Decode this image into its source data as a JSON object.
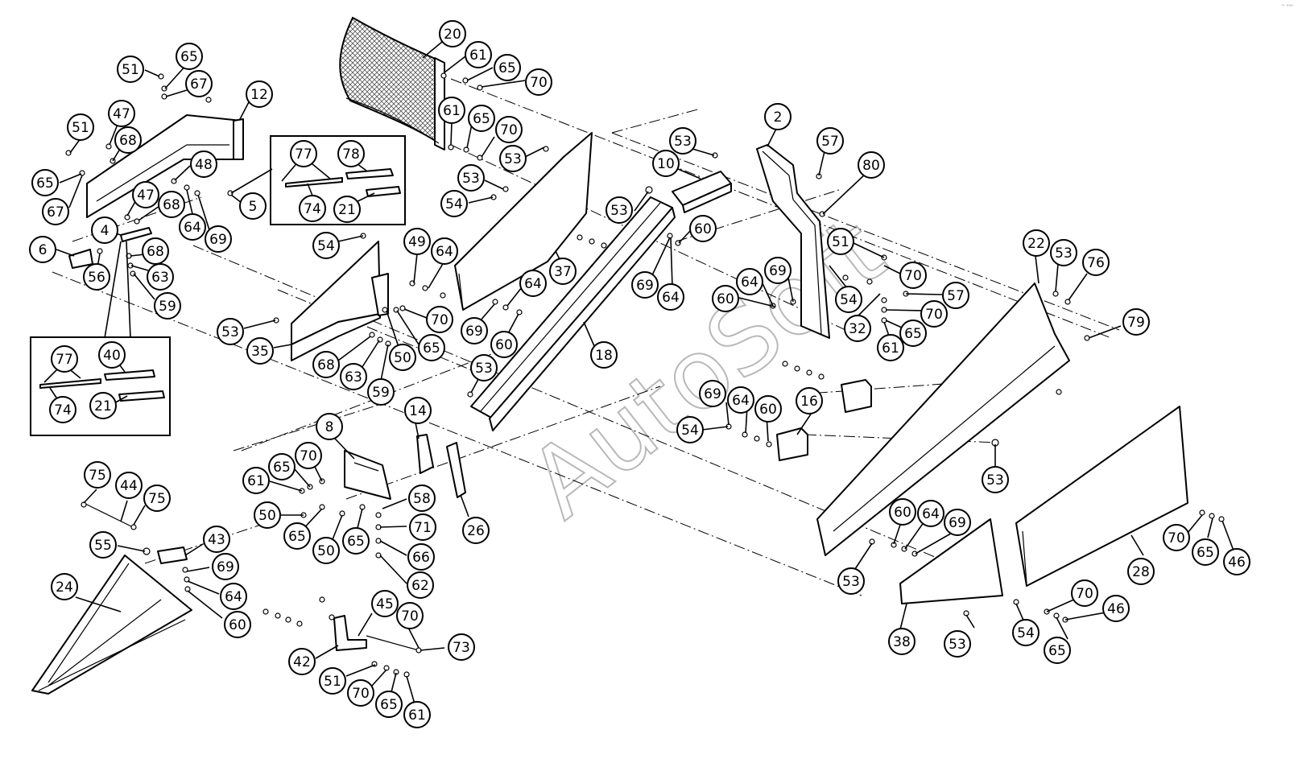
{
  "watermark": "AutoSoft",
  "corner_mark": "ᴳ ᵃᵃᵃ",
  "callouts": [
    {
      "id": "c20",
      "label": "20"
    },
    {
      "id": "c61a",
      "label": "61"
    },
    {
      "id": "c65a",
      "label": "65"
    },
    {
      "id": "c70a",
      "label": "70"
    },
    {
      "id": "c61b",
      "label": "61"
    },
    {
      "id": "c65b",
      "label": "65"
    },
    {
      "id": "c70b",
      "label": "70"
    },
    {
      "id": "c53a",
      "label": "53"
    },
    {
      "id": "c53b",
      "label": "53"
    },
    {
      "id": "c54a",
      "label": "54"
    },
    {
      "id": "c51a",
      "label": "51"
    },
    {
      "id": "c65c",
      "label": "65"
    },
    {
      "id": "c67a",
      "label": "67"
    },
    {
      "id": "c12",
      "label": "12"
    },
    {
      "id": "c51b",
      "label": "51"
    },
    {
      "id": "c47a",
      "label": "47"
    },
    {
      "id": "c68a",
      "label": "68"
    },
    {
      "id": "c65d",
      "label": "65"
    },
    {
      "id": "c67b",
      "label": "67"
    },
    {
      "id": "c48",
      "label": "48"
    },
    {
      "id": "c47b",
      "label": "47"
    },
    {
      "id": "c68b",
      "label": "68"
    },
    {
      "id": "c64a",
      "label": "64"
    },
    {
      "id": "c69a",
      "label": "69"
    },
    {
      "id": "c5",
      "label": "5"
    },
    {
      "id": "c77a",
      "label": "77"
    },
    {
      "id": "c78",
      "label": "78"
    },
    {
      "id": "c74a",
      "label": "74"
    },
    {
      "id": "c21a",
      "label": "21"
    },
    {
      "id": "c4",
      "label": "4"
    },
    {
      "id": "c6",
      "label": "6"
    },
    {
      "id": "c68c",
      "label": "68"
    },
    {
      "id": "c56",
      "label": "56"
    },
    {
      "id": "c63a",
      "label": "63"
    },
    {
      "id": "c59a",
      "label": "59"
    },
    {
      "id": "c77b",
      "label": "77"
    },
    {
      "id": "c40",
      "label": "40"
    },
    {
      "id": "c74b",
      "label": "74"
    },
    {
      "id": "c21b",
      "label": "21"
    },
    {
      "id": "c54b",
      "label": "54"
    },
    {
      "id": "c49",
      "label": "49"
    },
    {
      "id": "c64b",
      "label": "64"
    },
    {
      "id": "c53c",
      "label": "53"
    },
    {
      "id": "c35",
      "label": "35"
    },
    {
      "id": "c70c",
      "label": "70"
    },
    {
      "id": "c65e",
      "label": "65"
    },
    {
      "id": "c50a",
      "label": "50"
    },
    {
      "id": "c68d",
      "label": "68"
    },
    {
      "id": "c63b",
      "label": "63"
    },
    {
      "id": "c59b",
      "label": "59"
    },
    {
      "id": "c37",
      "label": "37"
    },
    {
      "id": "c64c",
      "label": "64"
    },
    {
      "id": "c69b",
      "label": "69"
    },
    {
      "id": "c60a",
      "label": "60"
    },
    {
      "id": "c53d",
      "label": "53"
    },
    {
      "id": "c18",
      "label": "18"
    },
    {
      "id": "c53e",
      "label": "53"
    },
    {
      "id": "c10",
      "label": "10"
    },
    {
      "id": "c53f",
      "label": "53"
    },
    {
      "id": "c60b",
      "label": "60"
    },
    {
      "id": "c69c",
      "label": "69"
    },
    {
      "id": "c64d",
      "label": "64"
    },
    {
      "id": "c2",
      "label": "2"
    },
    {
      "id": "c57a",
      "label": "57"
    },
    {
      "id": "c80",
      "label": "80"
    },
    {
      "id": "c51c",
      "label": "51"
    },
    {
      "id": "c70d",
      "label": "70"
    },
    {
      "id": "c69d",
      "label": "69"
    },
    {
      "id": "c64e",
      "label": "64"
    },
    {
      "id": "c60c",
      "label": "60"
    },
    {
      "id": "c54c",
      "label": "54"
    },
    {
      "id": "c57b",
      "label": "57"
    },
    {
      "id": "c70e",
      "label": "70"
    },
    {
      "id": "c32",
      "label": "32"
    },
    {
      "id": "c65f",
      "label": "65"
    },
    {
      "id": "c61c",
      "label": "61"
    },
    {
      "id": "c22",
      "label": "22"
    },
    {
      "id": "c53g",
      "label": "53"
    },
    {
      "id": "c76",
      "label": "76"
    },
    {
      "id": "c79",
      "label": "79"
    },
    {
      "id": "c14",
      "label": "14"
    },
    {
      "id": "c8",
      "label": "8"
    },
    {
      "id": "c26",
      "label": "26"
    },
    {
      "id": "c58",
      "label": "58"
    },
    {
      "id": "c71",
      "label": "71"
    },
    {
      "id": "c66",
      "label": "66"
    },
    {
      "id": "c62",
      "label": "62"
    },
    {
      "id": "c65g",
      "label": "65"
    },
    {
      "id": "c70f",
      "label": "70"
    },
    {
      "id": "c61d",
      "label": "61"
    },
    {
      "id": "c50b",
      "label": "50"
    },
    {
      "id": "c65h",
      "label": "65"
    },
    {
      "id": "c50c",
      "label": "50"
    },
    {
      "id": "c65i",
      "label": "65"
    },
    {
      "id": "c75a",
      "label": "75"
    },
    {
      "id": "c44",
      "label": "44"
    },
    {
      "id": "c75b",
      "label": "75"
    },
    {
      "id": "c55",
      "label": "55"
    },
    {
      "id": "c43",
      "label": "43"
    },
    {
      "id": "c69e",
      "label": "69"
    },
    {
      "id": "c64f",
      "label": "64"
    },
    {
      "id": "c60d",
      "label": "60"
    },
    {
      "id": "c24",
      "label": "24"
    },
    {
      "id": "c45",
      "label": "45"
    },
    {
      "id": "c70g",
      "label": "70"
    },
    {
      "id": "c73",
      "label": "73"
    },
    {
      "id": "c42",
      "label": "42"
    },
    {
      "id": "c51d",
      "label": "51"
    },
    {
      "id": "c70h",
      "label": "70"
    },
    {
      "id": "c65j",
      "label": "65"
    },
    {
      "id": "c61e",
      "label": "61"
    },
    {
      "id": "c69f",
      "label": "69"
    },
    {
      "id": "c64g",
      "label": "64"
    },
    {
      "id": "c60e",
      "label": "60"
    },
    {
      "id": "c16",
      "label": "16"
    },
    {
      "id": "c54d",
      "label": "54"
    },
    {
      "id": "c53h",
      "label": "53"
    },
    {
      "id": "c60f",
      "label": "60"
    },
    {
      "id": "c64h",
      "label": "64"
    },
    {
      "id": "c69g",
      "label": "69"
    },
    {
      "id": "c53i",
      "label": "53"
    },
    {
      "id": "c38",
      "label": "38"
    },
    {
      "id": "c53j",
      "label": "53"
    },
    {
      "id": "c54e",
      "label": "54"
    },
    {
      "id": "c70i",
      "label": "70"
    },
    {
      "id": "c46a",
      "label": "46"
    },
    {
      "id": "c65k",
      "label": "65"
    },
    {
      "id": "c28",
      "label": "28"
    },
    {
      "id": "c70j",
      "label": "70"
    },
    {
      "id": "c65l",
      "label": "65"
    },
    {
      "id": "c46b",
      "label": "46"
    }
  ]
}
